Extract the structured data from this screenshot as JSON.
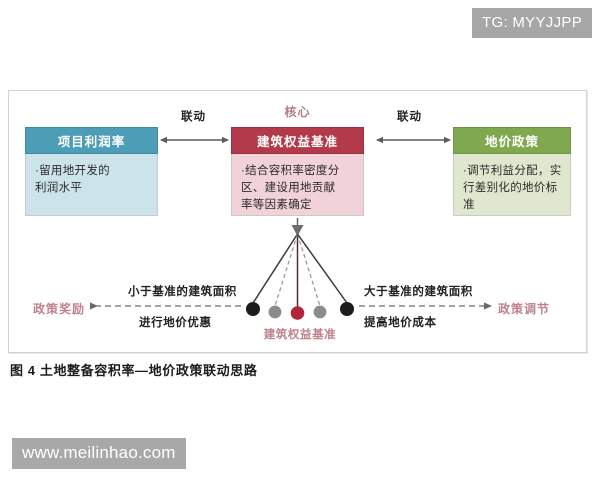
{
  "watermarks": {
    "top": "TG: MYYJJPP",
    "bottom": "www.meilinhao.com"
  },
  "diagram": {
    "core_label": "核心",
    "nodes": [
      {
        "key": "project-profit-rate",
        "title": "项目利润率",
        "body": "·留用地开发的\n  利润水平",
        "header_color": "#4e9db7",
        "body_color": "#cde3ea"
      },
      {
        "key": "building-equity-benchmark",
        "title": "建筑权益基准",
        "body": "·结合容积率密度分\n  区、建设用地贡献\n  率等因素确定",
        "header_color": "#b33a4a",
        "body_color": "#f0d2d8"
      },
      {
        "key": "land-price-policy",
        "title": "地价政策",
        "body": "·调节利益分配，实\n  行差别化的地价标\n  准",
        "header_color": "#7fa84f",
        "body_color": "#dfe8cf"
      }
    ],
    "links": [
      {
        "key": "link-left",
        "label": "联动"
      },
      {
        "key": "link-right",
        "label": "联动"
      }
    ],
    "pendulum": {
      "label": "建筑权益基准",
      "balls": [
        {
          "color": "#1c1c1c",
          "line": "solid"
        },
        {
          "color": "#8c8c8c",
          "line": "dashed"
        },
        {
          "color": "#b3253a",
          "line": "solid"
        },
        {
          "color": "#8c8c8c",
          "line": "dashed"
        },
        {
          "color": "#1c1c1c",
          "line": "solid"
        }
      ]
    },
    "flows": [
      {
        "key": "reward-flow",
        "top_text": "小于基准的建筑面积",
        "bottom_text": "进行地价优惠",
        "target": "政策奖励",
        "direction": "left"
      },
      {
        "key": "adjust-flow",
        "top_text": "大于基准的建筑面积",
        "bottom_text": "提高地价成本",
        "target": "政策调节",
        "direction": "right"
      }
    ]
  },
  "caption": "图 4  土地整备容积率—地价政策联动思路"
}
